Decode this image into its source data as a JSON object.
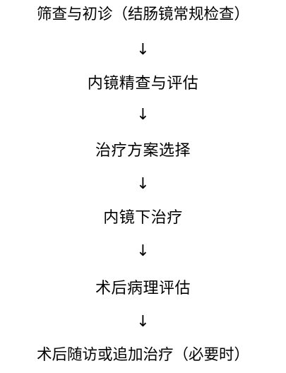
{
  "steps": [
    "筛查与初诊（结肠镜常规检查）",
    "内镜精查与评估",
    "治疗方案选择",
    "内镜下治疗",
    "术后病理评估",
    "术后随访或追加治疗（必要时）"
  ],
  "arrow": "↓",
  "colors": {
    "text": "#000000",
    "background": "#ffffff"
  }
}
